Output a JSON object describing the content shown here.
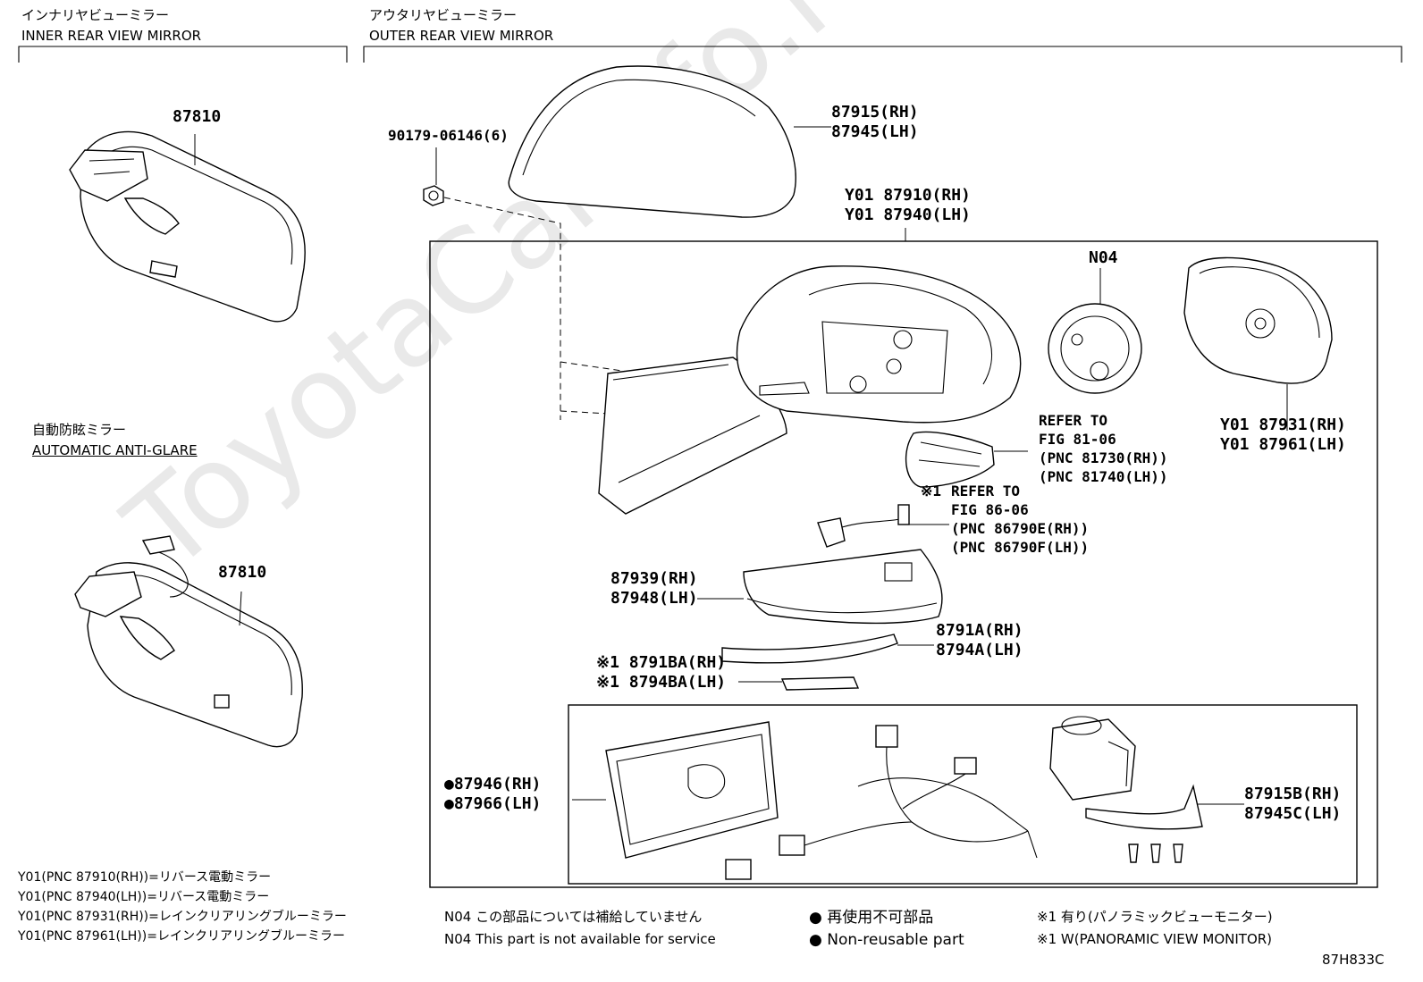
{
  "sections": {
    "inner": {
      "jp": "インナリヤビューミラー",
      "en": "INNER REAR VIEW MIRROR"
    },
    "outer": {
      "jp": "アウタリヤビューミラー",
      "en": "OUTER REAR VIEW MIRROR"
    },
    "auto": {
      "jp": "自動防眩ミラー",
      "en": "AUTOMATIC ANTI-GLARE"
    }
  },
  "parts": {
    "inner_mirror_1": "87810",
    "inner_mirror_2": "87810",
    "screw": "90179-06146(6)",
    "cover_rh": "87915(RH)",
    "cover_lh": "87945(LH)",
    "assy_rh": "Y01 87910(RH)",
    "assy_lh": "Y01 87940(LH)",
    "n04": "N04",
    "mirror_rh": "Y01 87931(RH)",
    "mirror_lh": "Y01 87961(LH)",
    "refer1": [
      "REFER TO",
      "FIG 81-06",
      "(PNC 81730(RH))",
      "(PNC 81740(LH))"
    ],
    "refer2_mark": "※1",
    "refer2": [
      "REFER TO",
      "FIG 86-06",
      "(PNC 86790E(RH))",
      "(PNC 86790F(LH))"
    ],
    "p87939": "87939(RH)",
    "p87948": "87948(LH)",
    "p8791A": "8791A(RH)",
    "p8794A": "8794A(LH)",
    "p8791BA": "※1 8791BA(RH)",
    "p8794BA": "※1 8794BA(LH)",
    "p87946": "●87946(RH)",
    "p87966": "●87966(LH)",
    "p87915B": "87915B(RH)",
    "p87945C": "87945C(LH)"
  },
  "notes": {
    "y01": [
      "Y01(PNC 87910(RH))=リバース電動ミラー",
      "Y01(PNC 87940(LH))=リバース電動ミラー",
      "Y01(PNC 87931(RH))=レインクリアリングブルーミラー",
      "Y01(PNC 87961(LH))=レインクリアリングブルーミラー"
    ],
    "n04_jp": "N04 この部品については補給していません",
    "n04_en": "N04 This part is not available for service",
    "bullet_jp": "● 再使用不可部品",
    "bullet_en": "● Non-reusable part",
    "mark1_jp": "※1 有り(パノラミックビューモニター)",
    "mark1_en": "※1 W(PANORAMIC VIEW MONITOR)"
  },
  "figure_id": "87H833C",
  "watermark": "ToyotaCarInfo.ru"
}
